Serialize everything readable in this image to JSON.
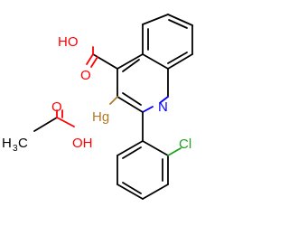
{
  "structure": {
    "atoms": {
      "carboxyl_oh": "HO",
      "carboxyl_o": "O",
      "ring_n": "N",
      "mercury": "Hg",
      "chlorine": "Cl",
      "acetic_oh": "OH",
      "acetic_o": "O",
      "methyl_c": "H",
      "methyl_sub": "3",
      "methyl_tail": "C"
    },
    "colors": {
      "bond": "#000000",
      "oxygen": "#ff0000",
      "nitrogen": "#0000ff",
      "mercury": "#b07a28",
      "chlorine": "#1fa01f"
    }
  }
}
